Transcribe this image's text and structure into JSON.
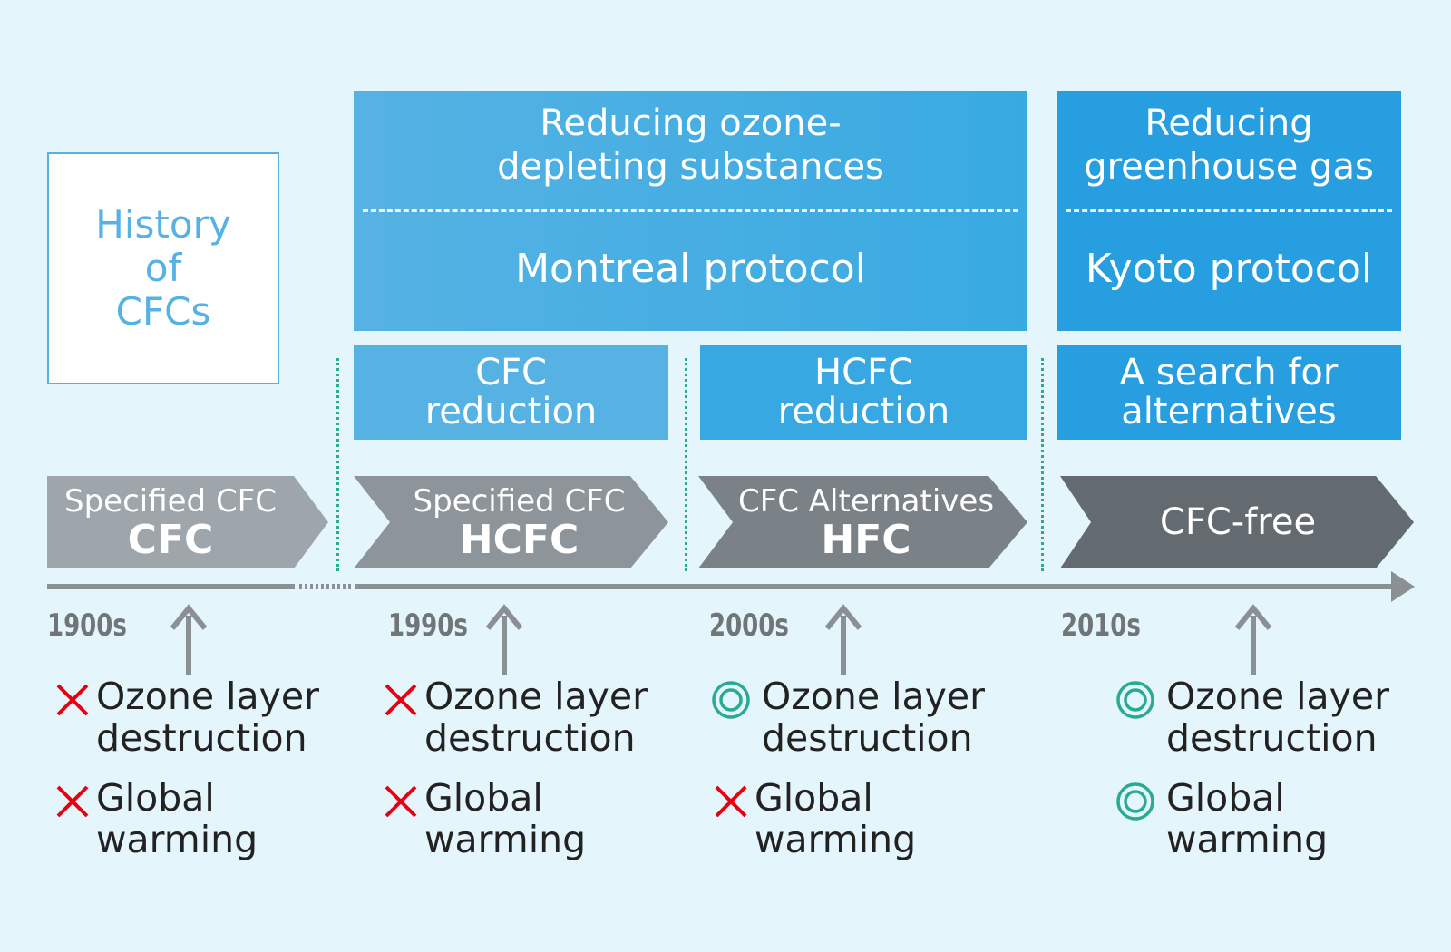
{
  "title": "History\nof\nCFCs",
  "objectives": [
    {
      "heading": "Reducing ozone-\ndepleting substances",
      "protocol": "Montreal protocol"
    },
    {
      "heading": "Reducing\ngreenhouse gas",
      "protocol": "Kyoto protocol"
    }
  ],
  "phases": [
    "CFC\nreduction",
    "HCFC\nreduction",
    "A search for\nalternatives"
  ],
  "stages": [
    {
      "sub": "Specified CFC",
      "main": "CFC"
    },
    {
      "sub": "Specified CFC",
      "main": "HCFC"
    },
    {
      "sub": "CFC Alternatives",
      "main": "HFC"
    },
    {
      "sub": "",
      "main": "CFC-free"
    }
  ],
  "eras": [
    "1900s",
    "1990s",
    "2000s",
    "2010s"
  ],
  "effects": [
    [
      {
        "mark": "cross",
        "label": "Ozone layer\ndestruction"
      },
      {
        "mark": "cross",
        "label": "Global\nwarming"
      }
    ],
    [
      {
        "mark": "cross",
        "label": "Ozone layer\ndestruction"
      },
      {
        "mark": "cross",
        "label": "Global\nwarming"
      }
    ],
    [
      {
        "mark": "double-circle",
        "label": "Ozone layer\ndestruction"
      },
      {
        "mark": "cross",
        "label": "Global\nwarming"
      }
    ],
    [
      {
        "mark": "double-circle",
        "label": "Ozone layer\ndestruction"
      },
      {
        "mark": "double-circle",
        "label": "Global\nwarming"
      }
    ]
  ],
  "colors": {
    "background": "#e5f5fc",
    "band_light": "#56b2e3",
    "band_dark": "#279ee0",
    "cross": "#e60012",
    "circle": "#2aa993",
    "axis": "#8a9093"
  }
}
